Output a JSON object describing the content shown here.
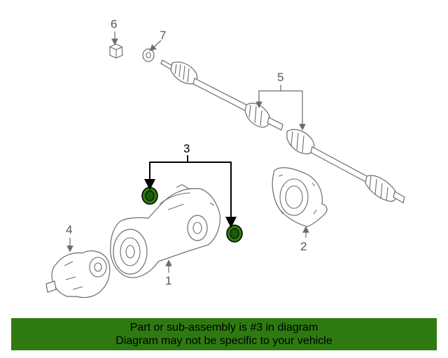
{
  "diagram": {
    "callouts": {
      "c1": "1",
      "c2": "2",
      "c3": "3",
      "c4": "4",
      "c5": "5",
      "c6": "6",
      "c7": "7"
    },
    "highlight_color": "#2e7a10"
  },
  "banner": {
    "line1": "Part or sub-assembly is #3 in diagram",
    "line2": "Diagram may not be specific to your vehicle",
    "background": "#2e7a10"
  }
}
